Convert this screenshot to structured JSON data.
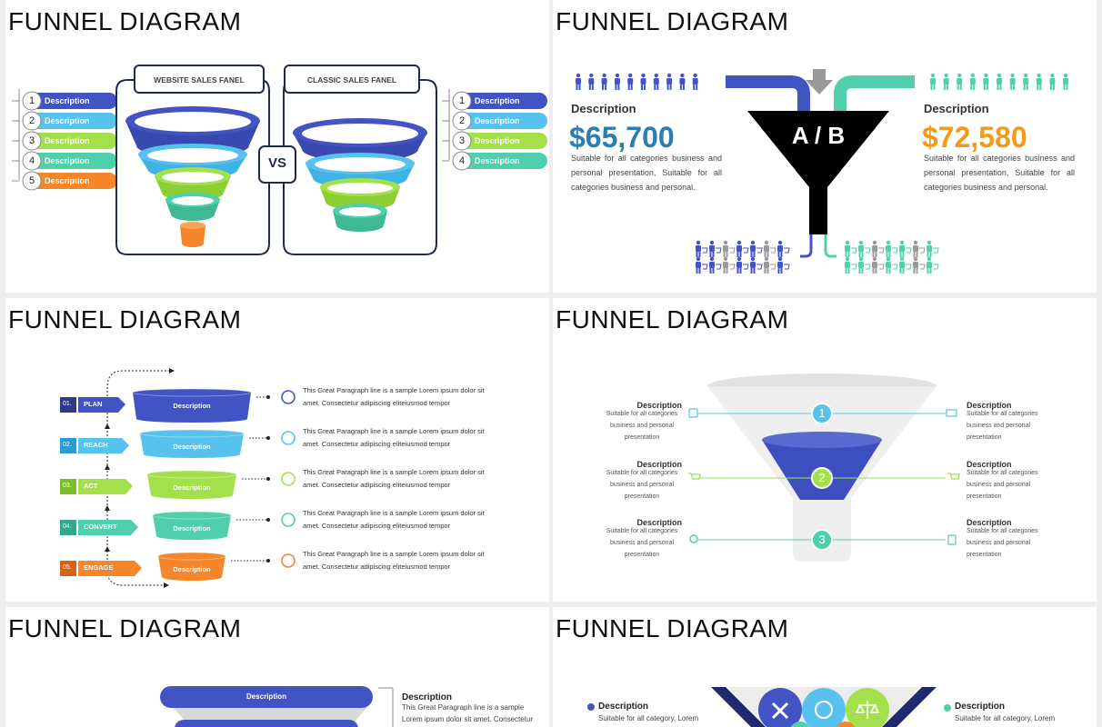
{
  "title": "FUNNEL DIAGRAM",
  "colors": {
    "blue": "#4253c4",
    "sky": "#58c2ee",
    "lime": "#a3e04c",
    "teal": "#4fcfab",
    "orange": "#f5862b",
    "navy": "#1f2a4d"
  },
  "s1": {
    "items": [
      "Description",
      "Description",
      "Description",
      "Description",
      "Description"
    ],
    "left_boxes": [
      "WEBSITE SALES FANEL",
      "CLASSIC SALES FANEL"
    ],
    "vs": "VS",
    "nums": [
      "1",
      "2",
      "3",
      "4",
      "5"
    ]
  },
  "s2": {
    "label_left": "Description",
    "value_left": "$65,700",
    "label_right": "Description",
    "value_right": "$72,580",
    "text": "Suitable for all categories business and personal presentation, Suitable for all categories business and personal.",
    "ab": "A / B"
  },
  "s3": {
    "steps": [
      {
        "num": "01.",
        "label": "PLAN",
        "desc": "Description",
        "para": "This Great Paragraph line is a sample Lorem ipsum dolor sit amet. Consectetur adipiscing eliteiusmod tempor"
      },
      {
        "num": "02.",
        "label": "REACH",
        "desc": "Description",
        "para": "This Great Paragraph line is a sample Lorem ipsum dolor sit amet. Consectetur adipiscing eliteiusmod tempor"
      },
      {
        "num": "03.",
        "label": "ACT",
        "desc": "Description",
        "para": "This Great Paragraph line is a sample Lorem ipsum dolor sit amet. Consectetur adipiscing eliteiusmod tempor"
      },
      {
        "num": "04.",
        "label": "CONVERT",
        "desc": "Description",
        "para": "This Great Paragraph line is a sample Lorem ipsum dolor sit amet. Consectetur adipiscing eliteiusmod tempor"
      },
      {
        "num": "05.",
        "label": "ENGAGE",
        "desc": "Description",
        "para": "This Great Paragraph line is a sample Lorem ipsum dolor sit amet. Consectetur adipiscing eliteiusmod tempor"
      }
    ]
  },
  "s4": {
    "left": [
      {
        "head": "Description",
        "body": "Suitable for all categories business and personal presentation"
      },
      {
        "head": "Description",
        "body": "Suitable for all categories business and personal presentation"
      },
      {
        "head": "Description",
        "body": "Suitable for all categories business and personal presentation"
      }
    ],
    "right": [
      {
        "head": "Description",
        "body": "Suitable for all categories business and personal presentation"
      },
      {
        "head": "Description",
        "body": "Suitable for all categories business and personal presentation"
      },
      {
        "head": "Description",
        "body": "Suitable for all categories business and personal presentation"
      }
    ],
    "nums": [
      "1",
      "2",
      "3"
    ]
  },
  "s5": {
    "bar": "Description",
    "head": "Description",
    "para": "This Great Paragraph line is a sample Lorem ipsum dolor sit amet. Consectetur adipiscing"
  },
  "s6": {
    "left_head": "Description",
    "left_body": "Suitable for all category, Lorem",
    "right_head": "Description",
    "right_body": "Suitable for all category, Lorem"
  }
}
